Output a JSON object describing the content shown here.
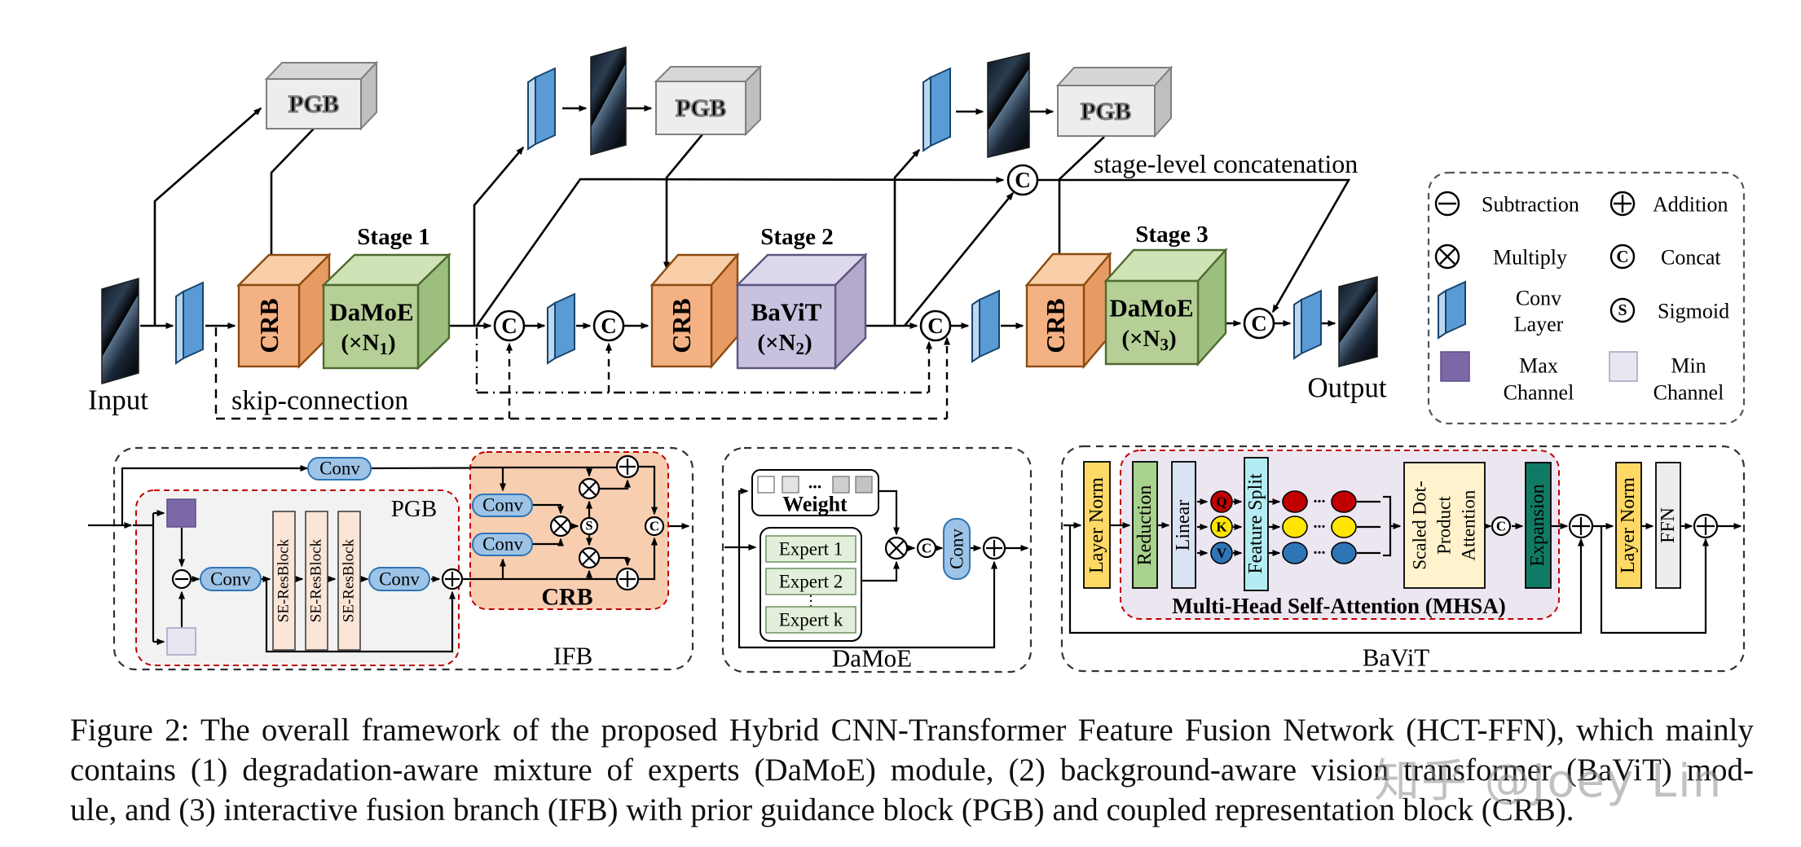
{
  "figure": {
    "main": {
      "input_label": "Input",
      "output_label": "Output",
      "skip_connection": "skip-connection",
      "stage_concat": "stage-level concatenation",
      "concat_letter": "C",
      "stages": [
        {
          "title": "Stage 1",
          "crb": "CRB",
          "pgb": "PGB",
          "block": "DaMoE",
          "rep_prefix": "(×N",
          "rep_sub": "1",
          "rep_suffix": ")"
        },
        {
          "title": "Stage 2",
          "crb": "CRB",
          "pgb": "PGB",
          "block": "BaViT",
          "rep_prefix": "(×N",
          "rep_sub": "2",
          "rep_suffix": ")"
        },
        {
          "title": "Stage 3",
          "crb": "CRB",
          "pgb": "PGB",
          "block": "DaMoE",
          "rep_prefix": "(×N",
          "rep_sub": "3",
          "rep_suffix": ")"
        }
      ]
    },
    "legend": {
      "subtraction": "Subtraction",
      "addition": "Addition",
      "multiply": "Multiply",
      "concat": "Concat",
      "concat_letter": "C",
      "conv_layer_1": "Conv",
      "conv_layer_2": "Layer",
      "sigmoid": "Sigmoid",
      "sigmoid_letter": "S",
      "max_1": "Max",
      "max_2": "Channel",
      "min_1": "Min",
      "min_2": "Channel"
    },
    "ifb": {
      "title": "IFB",
      "pgb_title": "PGB",
      "crb_title": "CRB",
      "conv_top": "Conv",
      "conv_a": "Conv",
      "conv_b": "Conv",
      "conv_c": "Conv",
      "conv_d": "Conv",
      "se_resblock": "SE-ResBlock",
      "sigmoid_letter": "S",
      "concat_letter": "C"
    },
    "damoe": {
      "title": "DaMoE",
      "weight": "Weight",
      "hdots": "...",
      "experts": [
        "Expert 1",
        "Expert 2",
        "Expert k"
      ],
      "vdots": "⋮",
      "conv": "Conv",
      "concat_letter": "C"
    },
    "bavit": {
      "title": "BaViT",
      "layer_norm1": "Layer Norm",
      "reduction": "Reduction",
      "linear": "Linear",
      "q": "Q",
      "k": "K",
      "v": "V",
      "feature_split": "Feature Split",
      "dots": "...",
      "sdpa_1": "Scaled Dot-",
      "sdpa_2": "Product",
      "sdpa_3": "Attention",
      "concat_letter": "C",
      "expansion": "Expansion",
      "layer_norm2": "Layer Norm",
      "ffn": "FFN",
      "mhsa": "Multi-Head Self-Attention (MHSA)"
    }
  },
  "caption": {
    "lines": [
      "Figure 2: The overall framework of the proposed Hybrid CNN-Transformer Feature Fusion Network (HCT-FFN), which mainly",
      "contains (1) degradation-aware mixture of experts (DaMoE) module, (2) background-aware vision transformer (BaViT) mod-",
      "ule, and (3) interactive fusion branch (IFB) with prior guidance block (PGB) and coupled representation block (CRB)."
    ]
  },
  "watermark": "知乎 @Joey Lin",
  "colors": {
    "conv_layer_blue": "#5B9BD5",
    "conv_layer_edge": "#BDD7EE",
    "crb_orange": "#F4B183",
    "damoe_green": "#B5CF96",
    "bavit_purple": "#C9C2DE",
    "pgb_gray": "#EDEDED",
    "accent_red": "#D00000",
    "pill_blue": "#9DC3E6",
    "layer_norm_yellow": "#FFD966",
    "reduction_green": "#A9D18E",
    "linear_blue": "#DAE3F3",
    "feature_split_cyan": "#B3ECF2",
    "sdpa_yellow": "#FFF2CC",
    "expansion_teal": "#117A65",
    "expert_green": "#E2EFDA",
    "se_resblock_peach": "#FBE5D6",
    "max_channel_purple": "#7B68A8",
    "min_channel_lavender": "#E9E6F2",
    "q_red": "#C00000",
    "k_yellow": "#FFE600",
    "v_blue": "#2E75B6",
    "watermark_gray": "#8F8F8F"
  }
}
